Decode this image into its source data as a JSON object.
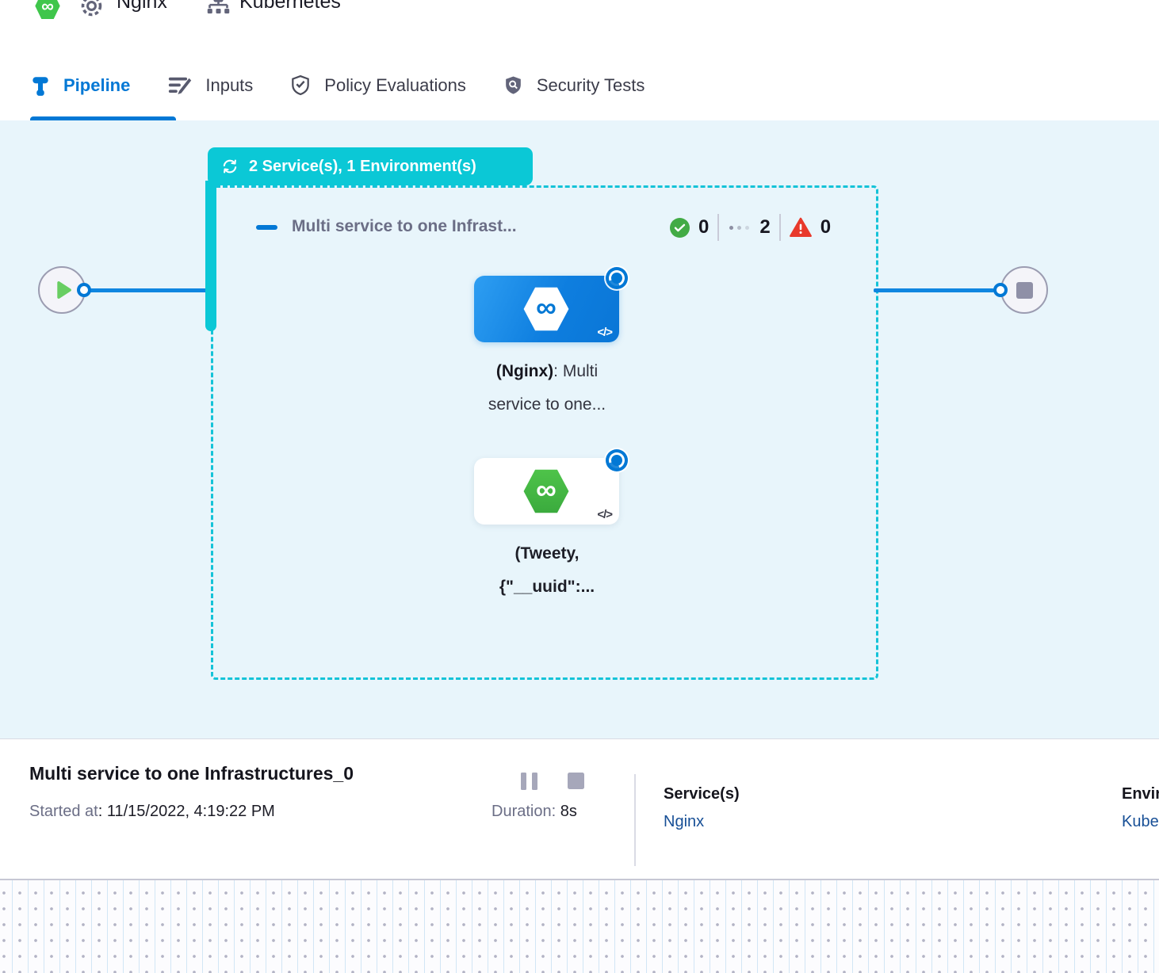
{
  "header": {
    "service_name": "Nginx",
    "environment_name": "Kubernetes"
  },
  "tabs": [
    {
      "label": "Pipeline",
      "active": true
    },
    {
      "label": "Inputs",
      "active": false
    },
    {
      "label": "Policy Evaluations",
      "active": false
    },
    {
      "label": "Security Tests",
      "active": false
    }
  ],
  "pipeline": {
    "stage_badge": "2 Service(s), 1 Environment(s)",
    "stage_title": "Multi service to one Infrast...",
    "counts": {
      "success": "0",
      "running": "2",
      "failed": "0"
    },
    "nodes": [
      {
        "name_bold": "(Nginx)",
        "name_rest": ": Multi",
        "line2": "service to one..."
      },
      {
        "line1": "(Tweety,",
        "line2": "{\"__uuid\":..."
      }
    ]
  },
  "footer": {
    "title": "Multi service to one Infrastructures_0",
    "started_label": "Started at",
    "started_value": ": 11/15/2022, 4:19:22 PM",
    "duration_label": "Duration:",
    "duration_value": " 8s",
    "services_label": "Service(s)",
    "services_value": "Nginx",
    "environments_label": "Environment(s)",
    "environments_value": "Kubernetes"
  },
  "icons": {
    "logo": "harness-logo",
    "gear": "gear-icon",
    "environment": "network-icon",
    "pipeline_tab": "pipeline-icon",
    "inputs_tab": "edit-lines-icon",
    "policy_tab": "shield-check-icon",
    "security_tab": "shield-search-icon",
    "badge": "refresh-icon",
    "success": "check-circle-icon",
    "running": "dots-icon",
    "failed": "warning-triangle-icon",
    "start": "play-icon",
    "end": "stop-icon",
    "spinner": "spinner-icon",
    "code": "code-icon"
  },
  "colors": {
    "accent_blue": "#0278d5",
    "teal": "#0bc8d6",
    "success_green": "#42ab45",
    "error_red": "#e8392b",
    "link_blue": "#174f96",
    "canvas_bg": "#e8f5fb"
  }
}
